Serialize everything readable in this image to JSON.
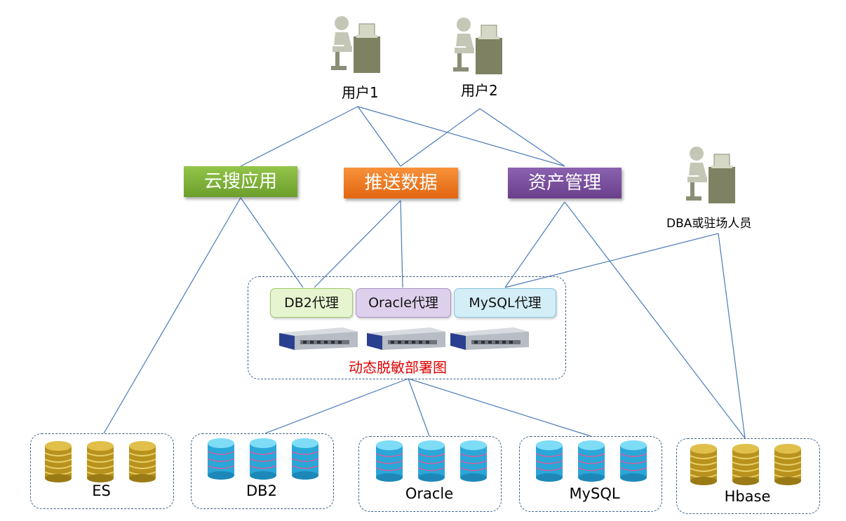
{
  "users": {
    "user1": "用户1",
    "user2": "用户2",
    "dba": "DBA或驻场人员"
  },
  "apps": {
    "search": "云搜应用",
    "push": "推送数据",
    "asset": "资产管理"
  },
  "proxies": {
    "db2": "DB2代理",
    "oracle": "Oracle代理",
    "mysql": "MySQL代理"
  },
  "cluster_title": "动态脱敏部署图",
  "databases": {
    "es": "ES",
    "db2": "DB2",
    "oracle": "Oracle",
    "mysql": "MySQL",
    "hbase": "Hbase"
  },
  "colors": {
    "line": "#4a7ab8",
    "app_search": "#7fb23a",
    "app_push": "#f07a1a",
    "app_asset": "#7a4f9c",
    "proxy_db2": "#e6f5cf",
    "proxy_oracle": "#ddd0ec",
    "proxy_mysql": "#d3eef7",
    "db_gold": "#c9a227",
    "db_blue": "#3cb6e0",
    "title_red": "#e00000"
  }
}
